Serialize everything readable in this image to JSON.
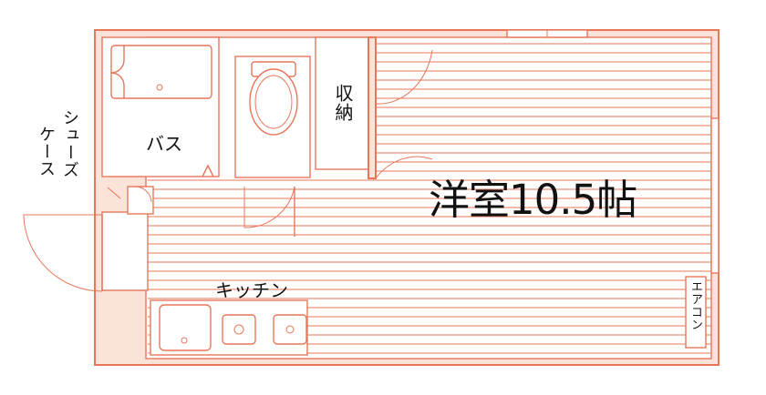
{
  "floorplan": {
    "main_room_label": "洋室10.5帖",
    "bath_label": "バス",
    "storage_label": "収納",
    "shoe_case_label_line1": "シューズ",
    "shoe_case_label_line2": "ケース",
    "kitchen_label": "キッチン",
    "aircon_label": "エアコン"
  },
  "colors": {
    "wall_fill": "#fbe3da",
    "wall_line": "#e8775a",
    "text": "#111111"
  }
}
